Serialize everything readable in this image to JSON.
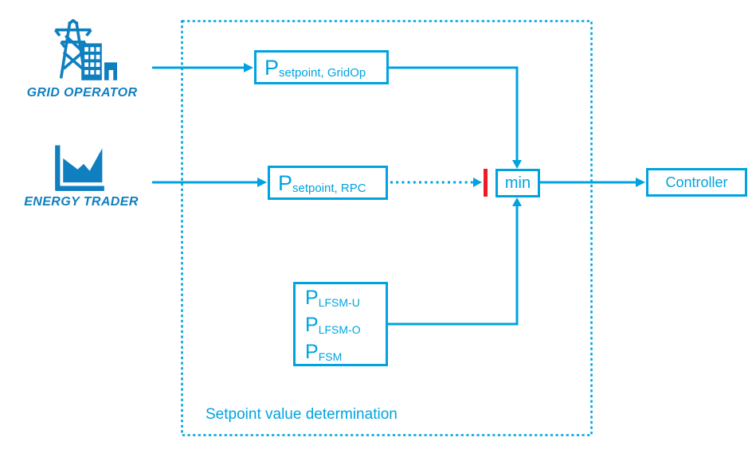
{
  "colors": {
    "accent_cyan": "#00a3e0",
    "icon_blue": "#0f7fc0",
    "blocked_red": "#ed1c24"
  },
  "actors": {
    "grid_operator": {
      "label": "GRID OPERATOR",
      "icon": "power-grid-icon"
    },
    "energy_trader": {
      "label": "ENERGY TRADER",
      "icon": "trading-chart-icon"
    }
  },
  "blocks": {
    "setpoint_gridop": {
      "symbol": "P",
      "subscript": "setpoint, GridOp"
    },
    "setpoint_rpc": {
      "symbol": "P",
      "subscript": "setpoint, RPC"
    },
    "frequency_response": {
      "entries": [
        {
          "symbol": "P",
          "subscript": "LFSM-U"
        },
        {
          "symbol": "P",
          "subscript": "LFSM-O"
        },
        {
          "symbol": "P",
          "subscript": "FSM"
        }
      ]
    },
    "min": {
      "label": "min"
    },
    "controller": {
      "label": "Controller"
    }
  },
  "region": {
    "label": "Setpoint value determination"
  }
}
